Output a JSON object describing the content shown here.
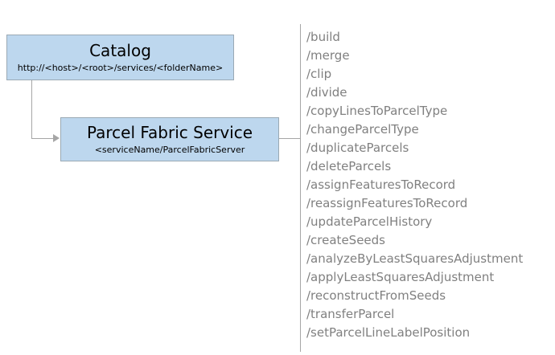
{
  "diagram": {
    "catalog": {
      "title": "Catalog",
      "subtitle": "http://<host>/<root>/services/<folderName>"
    },
    "service": {
      "title": "Parcel Fabric Service",
      "subtitle": "<serviceName/ParcelFabricServer"
    },
    "operations": [
      "/build",
      "/merge",
      "/clip",
      "/divide",
      "/copyLinesToParcelType",
      "/changeParcelType",
      "/duplicateParcels",
      "/deleteParcels",
      "/assignFeaturesToRecord",
      "/reassignFeaturesToRecord",
      "/updateParcelHistory",
      "/createSeeds",
      "/analyzeByLeastSquaresAdjustment",
      "/applyLeastSquaresAdjustment",
      "/reconstructFromSeeds",
      "/transferParcel",
      "/setParcelLineLabelPosition"
    ],
    "colors": {
      "box_fill": "#BDD7EE",
      "box_border": "#9AA9B4",
      "connector": "#A6A6A6",
      "operation_text": "#808080"
    }
  }
}
